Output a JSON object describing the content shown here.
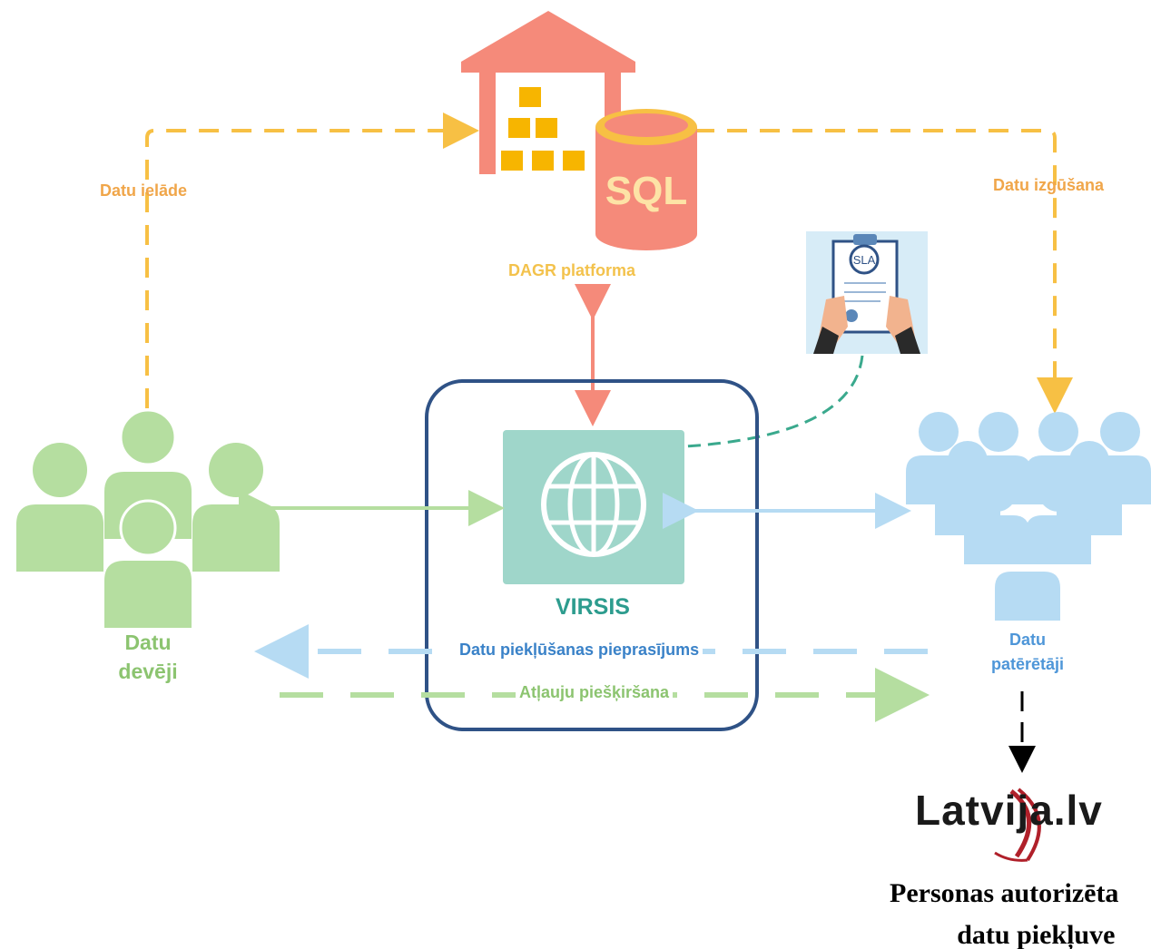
{
  "diagram": {
    "nodes": {
      "platform": {
        "label": "DAGR platforma",
        "icon_text": "SQL",
        "icon": "warehouse-database-icon"
      },
      "virsis": {
        "label": "VIRSIS",
        "icon": "globe-icon"
      },
      "sla": {
        "icon_text": "SLA",
        "icon": "sla-clipboard-icon"
      },
      "providers": {
        "label_line1": "Datu",
        "label_line2": "devēji",
        "icon": "user-group-icon"
      },
      "consumers": {
        "label_line1": "Datu",
        "label_line2": "patērētāji",
        "icon": "user-group-icon"
      },
      "portal": {
        "logo_text": "Latvija.lv",
        "caption_line1": "Personas autorizēta",
        "caption_line2": "datu piekļuve"
      }
    },
    "edges": {
      "load": "Datu ielāde",
      "retrieve": "Datu izgūšana",
      "access_request": "Datu piekļūšanas pieprasījums",
      "permission_grant": "Atļauju piešķiršana"
    },
    "colors": {
      "orange": "#f0a64a",
      "yellow": "#f7c044",
      "green": "#b5dea0",
      "green_dark": "#8cc470",
      "blue": "#b6dbf3",
      "blue_dark": "#4e96d8",
      "teal": "#9fd6ca",
      "salmon": "#f58a7a",
      "navy": "#2f5286"
    }
  }
}
